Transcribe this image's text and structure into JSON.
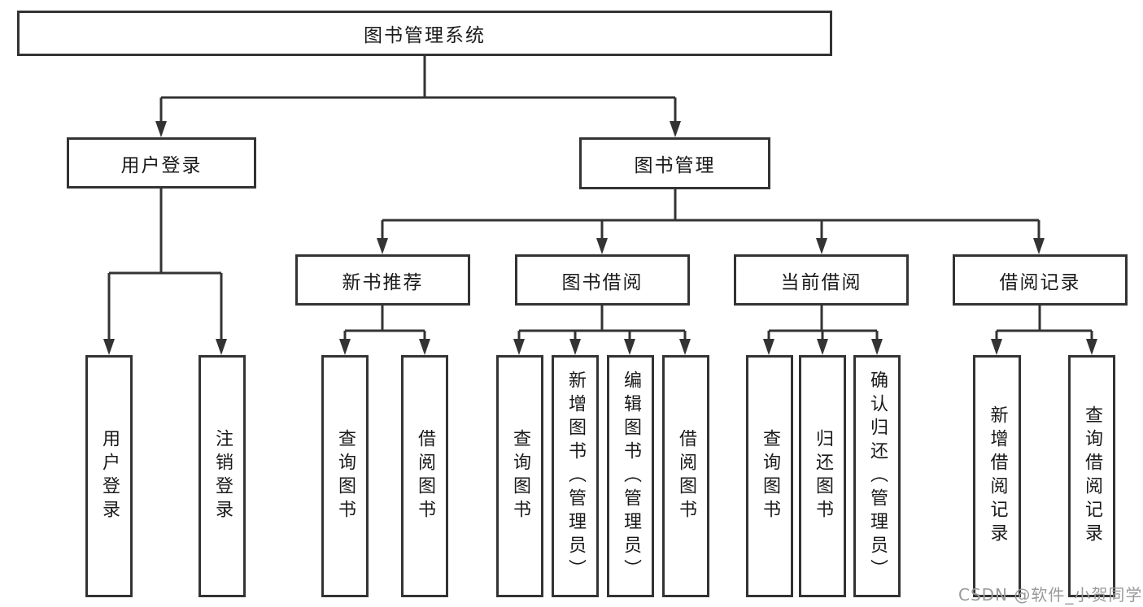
{
  "diagram": {
    "root": {
      "label": "图书管理系统",
      "children": [
        {
          "label": "用户登录",
          "children": [
            {
              "label": "用户登录"
            },
            {
              "label": "注销登录"
            }
          ]
        },
        {
          "label": "图书管理",
          "children": [
            {
              "label": "新书推荐",
              "children": [
                {
                  "label": "查询图书"
                },
                {
                  "label": "借阅图书"
                }
              ]
            },
            {
              "label": "图书借阅",
              "children": [
                {
                  "label": "查询图书"
                },
                {
                  "label": "新增图书（管理员）"
                },
                {
                  "label": "编辑图书（管理员）"
                },
                {
                  "label": "借阅图书"
                }
              ]
            },
            {
              "label": "当前借阅",
              "children": [
                {
                  "label": "查询图书"
                },
                {
                  "label": "归还图书"
                },
                {
                  "label": "确认归还（管理员）"
                }
              ]
            },
            {
              "label": "借阅记录",
              "children": [
                {
                  "label": "新增借阅记录"
                },
                {
                  "label": "查询借阅记录"
                }
              ]
            }
          ]
        }
      ]
    }
  },
  "watermark": {
    "text": "CSDN @软件_小贺同学"
  },
  "colors": {
    "line": "#333333",
    "text": "#1a1a1a",
    "background": "#ffffff",
    "watermark": "#9a9a9a"
  }
}
